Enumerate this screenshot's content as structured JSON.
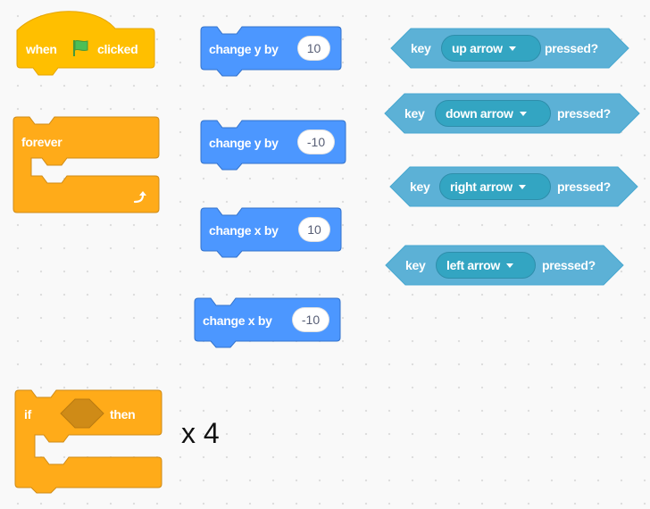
{
  "colors": {
    "events": "#ffbf00",
    "control": "#ffab19",
    "motion": "#4c97ff",
    "sensing": "#5cb1d6",
    "canvas": "#f9f9f9",
    "flag": "#4cbf56"
  },
  "events_block": {
    "label_when": "when",
    "flag_icon": "green-flag-icon",
    "label_clicked": "clicked"
  },
  "forever_block": {
    "label": "forever",
    "loop_icon": "loop-arrow-icon"
  },
  "if_block": {
    "label_if": "if",
    "label_then": "then"
  },
  "motion_blocks": [
    {
      "label": "change y by",
      "value": "10"
    },
    {
      "label": "change y by",
      "value": "-10"
    },
    {
      "label": "change x by",
      "value": "10"
    },
    {
      "label": "change x by",
      "value": "-10"
    }
  ],
  "sensing_blocks": [
    {
      "label_key": "key",
      "key": "up arrow",
      "label_pressed": "pressed?"
    },
    {
      "label_key": "key",
      "key": "down arrow",
      "label_pressed": "pressed?"
    },
    {
      "label_key": "key",
      "key": "right arrow",
      "label_pressed": "pressed?"
    },
    {
      "label_key": "key",
      "key": "left arrow",
      "label_pressed": "pressed?"
    }
  ],
  "annotation": "x 4"
}
